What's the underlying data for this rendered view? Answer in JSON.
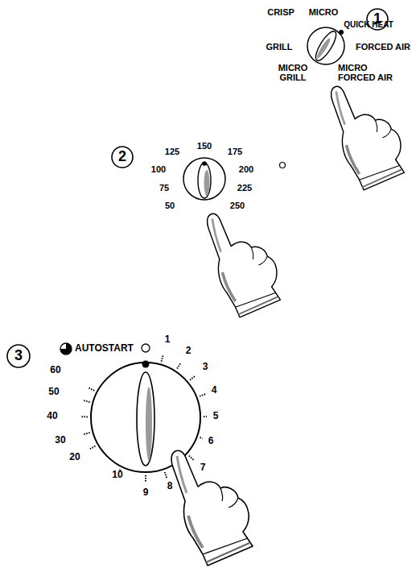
{
  "diagram": {
    "labels": [
      "1",
      "CRISP",
      "MICRO",
      "QUICK HEAT",
      "GRILL",
      "FORCED AIR",
      "MICRO GRILL",
      "MICRO FORCED AIR",
      "2",
      "125",
      "150",
      "175",
      "100",
      "200",
      "75",
      "225",
      "50",
      "250",
      "3",
      "AUTOSTART",
      "1",
      "2",
      "3",
      "4",
      "5",
      "6",
      "7",
      "8",
      "9",
      "10",
      "20",
      "30",
      "40",
      "50",
      "60"
    ]
  }
}
